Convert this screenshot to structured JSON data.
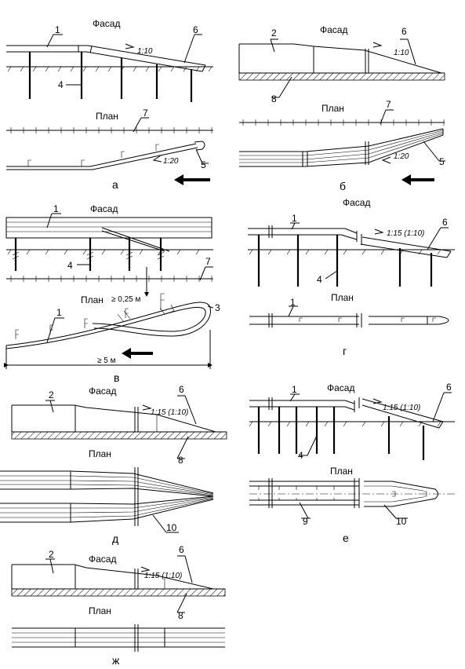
{
  "labels": {
    "facade": "Фасад",
    "plan": "План",
    "slope_10": "1:10",
    "slope_20": "1:20",
    "slope_15_10": "1:15 (1:10)",
    "dim_025": "≥ 0,25 м",
    "dim_5": "≥ 5 м"
  },
  "panel_letters": {
    "a": "а",
    "b": "б",
    "v": "в",
    "g": "г",
    "d": "д",
    "e": "е",
    "zh": "ж"
  },
  "callouts": {
    "n1": "1",
    "n2": "2",
    "n3": "3",
    "n4": "4",
    "n5": "5",
    "n6": "6",
    "n7": "7",
    "n8": "8",
    "n9": "9",
    "n10": "10"
  }
}
